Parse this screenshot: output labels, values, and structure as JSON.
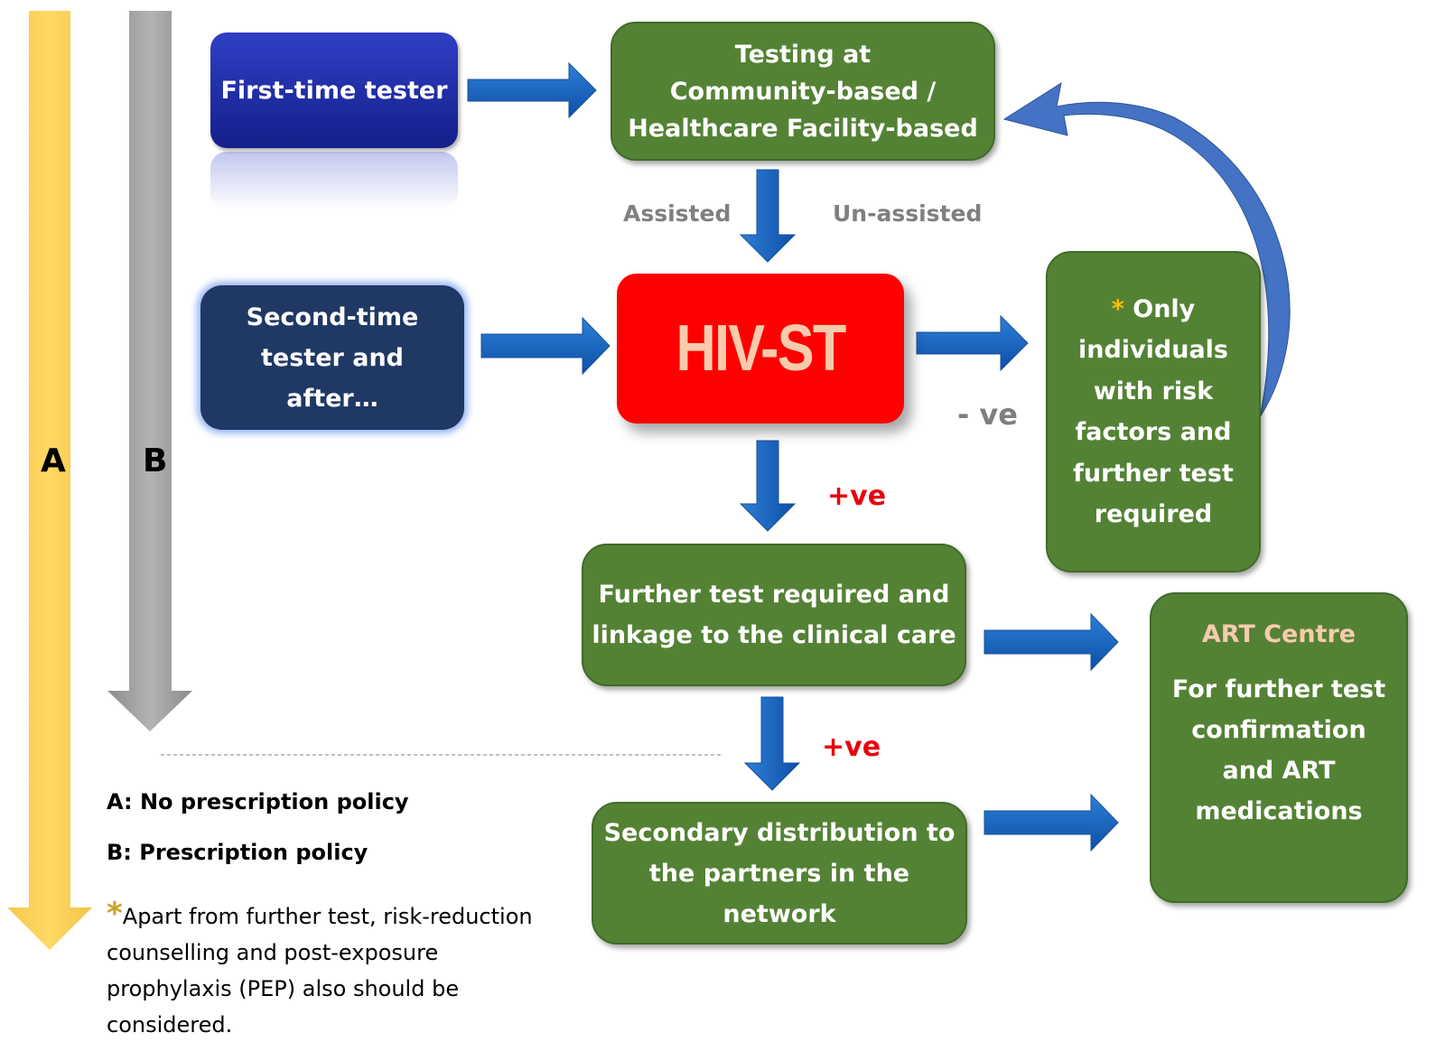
{
  "diagram": {
    "side_arrows": {
      "a_label": "A",
      "b_label": "B"
    },
    "nodes": {
      "first_time": "First-time tester",
      "testing_line1": "Testing at",
      "testing_line2": "Community-based /",
      "testing_line3": "Healthcare Facility-based",
      "second_time_line1": "Second-time",
      "second_time_line2": "tester and",
      "second_time_line3": "after…",
      "hivst": "HIV-ST",
      "only_star": "*",
      "only_line1": "Only",
      "only_line2": "individuals",
      "only_line3": "with risk",
      "only_line4": "factors and",
      "only_line5": "further test",
      "only_line6": "required",
      "further_line1": "Further test required and",
      "further_line2": "linkage to the clinical care",
      "secondary_line1": "Secondary distribution to",
      "secondary_line2": "the partners in the",
      "secondary_line3": "network",
      "art_title": "ART Centre",
      "art_line1": "For further test",
      "art_line2": "confirmation",
      "art_line3": "and ART",
      "art_line4": "medications"
    },
    "edge_labels": {
      "assisted": "Assisted",
      "unassisted": "Un-assisted",
      "negative": "- ve",
      "positive_1": "+ve",
      "positive_2": "+ve"
    },
    "legend": {
      "a": "A: No prescription policy",
      "b": "B: Prescription policy",
      "note_star": "*",
      "note_line1": "Apart from further test, risk-reduction",
      "note_line2": "counselling and post-exposure",
      "note_line3": "prophylaxis (PEP) also should be",
      "note_line4": "considered."
    },
    "colors": {
      "green_box": "#548235",
      "navy_box": "#1f2f9c",
      "dark_blue_box": "#1f3864",
      "hivst_red": "#ff0000",
      "hivst_text": "#f8cbad",
      "arrow_blue": "#1565c0",
      "arrow_a_yellow": "#ffd966",
      "arrow_b_gray": "#a6a6a6",
      "positive_red": "#e8000d",
      "art_title": "#f8cbad",
      "star_gold": "#ffc000"
    }
  }
}
